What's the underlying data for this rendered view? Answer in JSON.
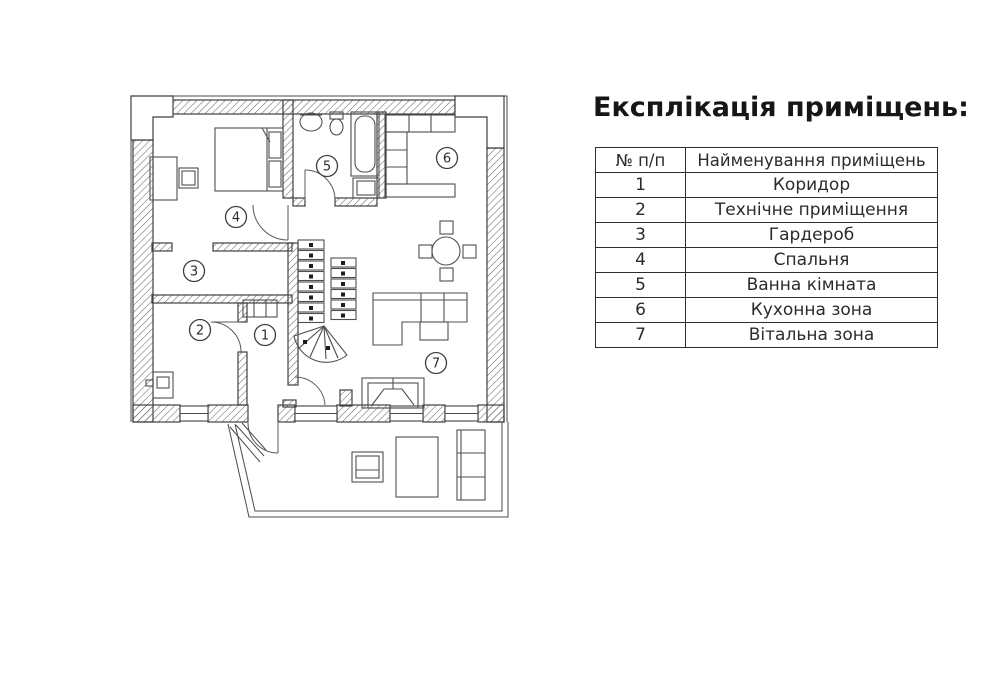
{
  "title": "Експлікація приміщень:",
  "table": {
    "headers": [
      "№ п/п",
      "Найменування приміщень"
    ],
    "rows": [
      {
        "num": "1",
        "name": "Коридор"
      },
      {
        "num": "2",
        "name": "Технічне приміщення"
      },
      {
        "num": "3",
        "name": "Гардероб"
      },
      {
        "num": "4",
        "name": "Спальня"
      },
      {
        "num": "5",
        "name": "Ванна кімната"
      },
      {
        "num": "6",
        "name": "Кухонна зона"
      },
      {
        "num": "7",
        "name": "Вітальна зона"
      }
    ]
  },
  "plan": {
    "colors": {
      "line": "#3f3f3f",
      "hatch": "#6a6a6a",
      "text": "#2b2b2b",
      "background": "#ffffff"
    }
  }
}
